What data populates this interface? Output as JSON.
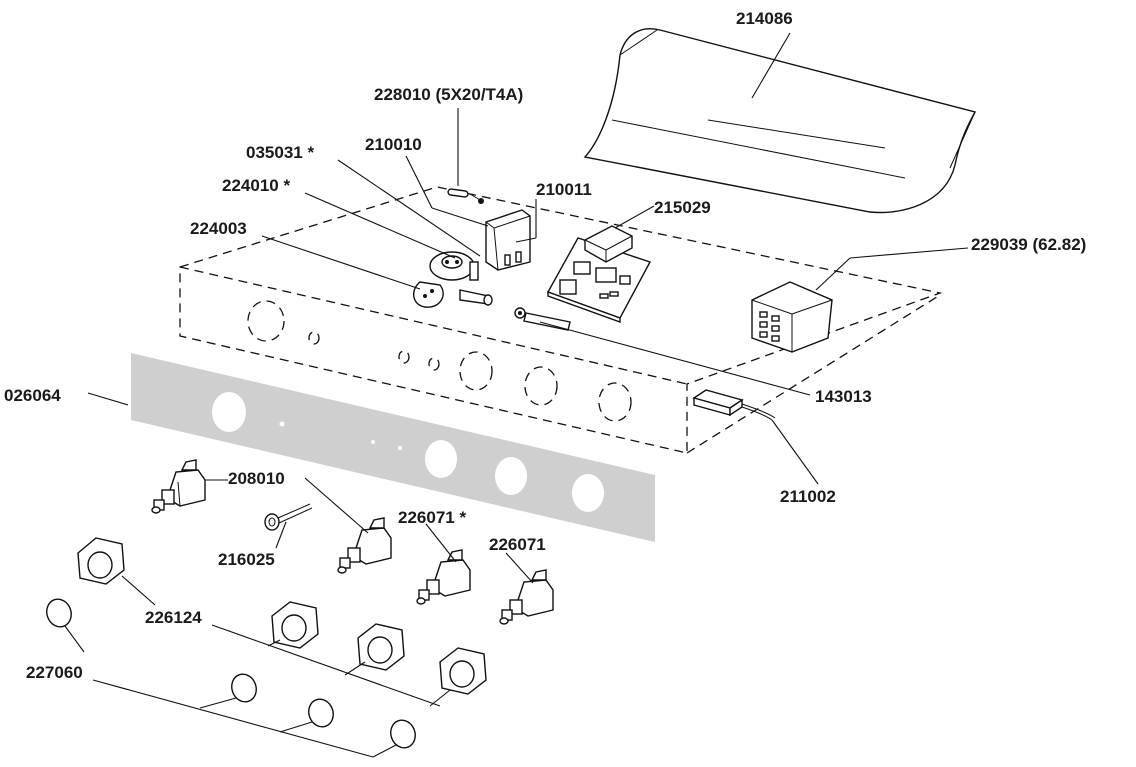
{
  "labels": {
    "l214086": "214086",
    "l228010": "228010 (5X20/T4A)",
    "l035031": "035031 *",
    "l210010": "210010",
    "l224010": "224010 *",
    "l210011": "210011",
    "l215029": "215029",
    "l224003": "224003",
    "l229039": "229039 (62.82)",
    "l026064": "026064",
    "l143013": "143013",
    "l211002": "211002",
    "l208010": "208010",
    "l226071s": "226071 *",
    "l226071": "226071",
    "l216025": "216025",
    "l226124": "226124",
    "l227060": "227060"
  },
  "colors": {
    "panel_fill": "#cfcfcf",
    "line": "#111111"
  }
}
